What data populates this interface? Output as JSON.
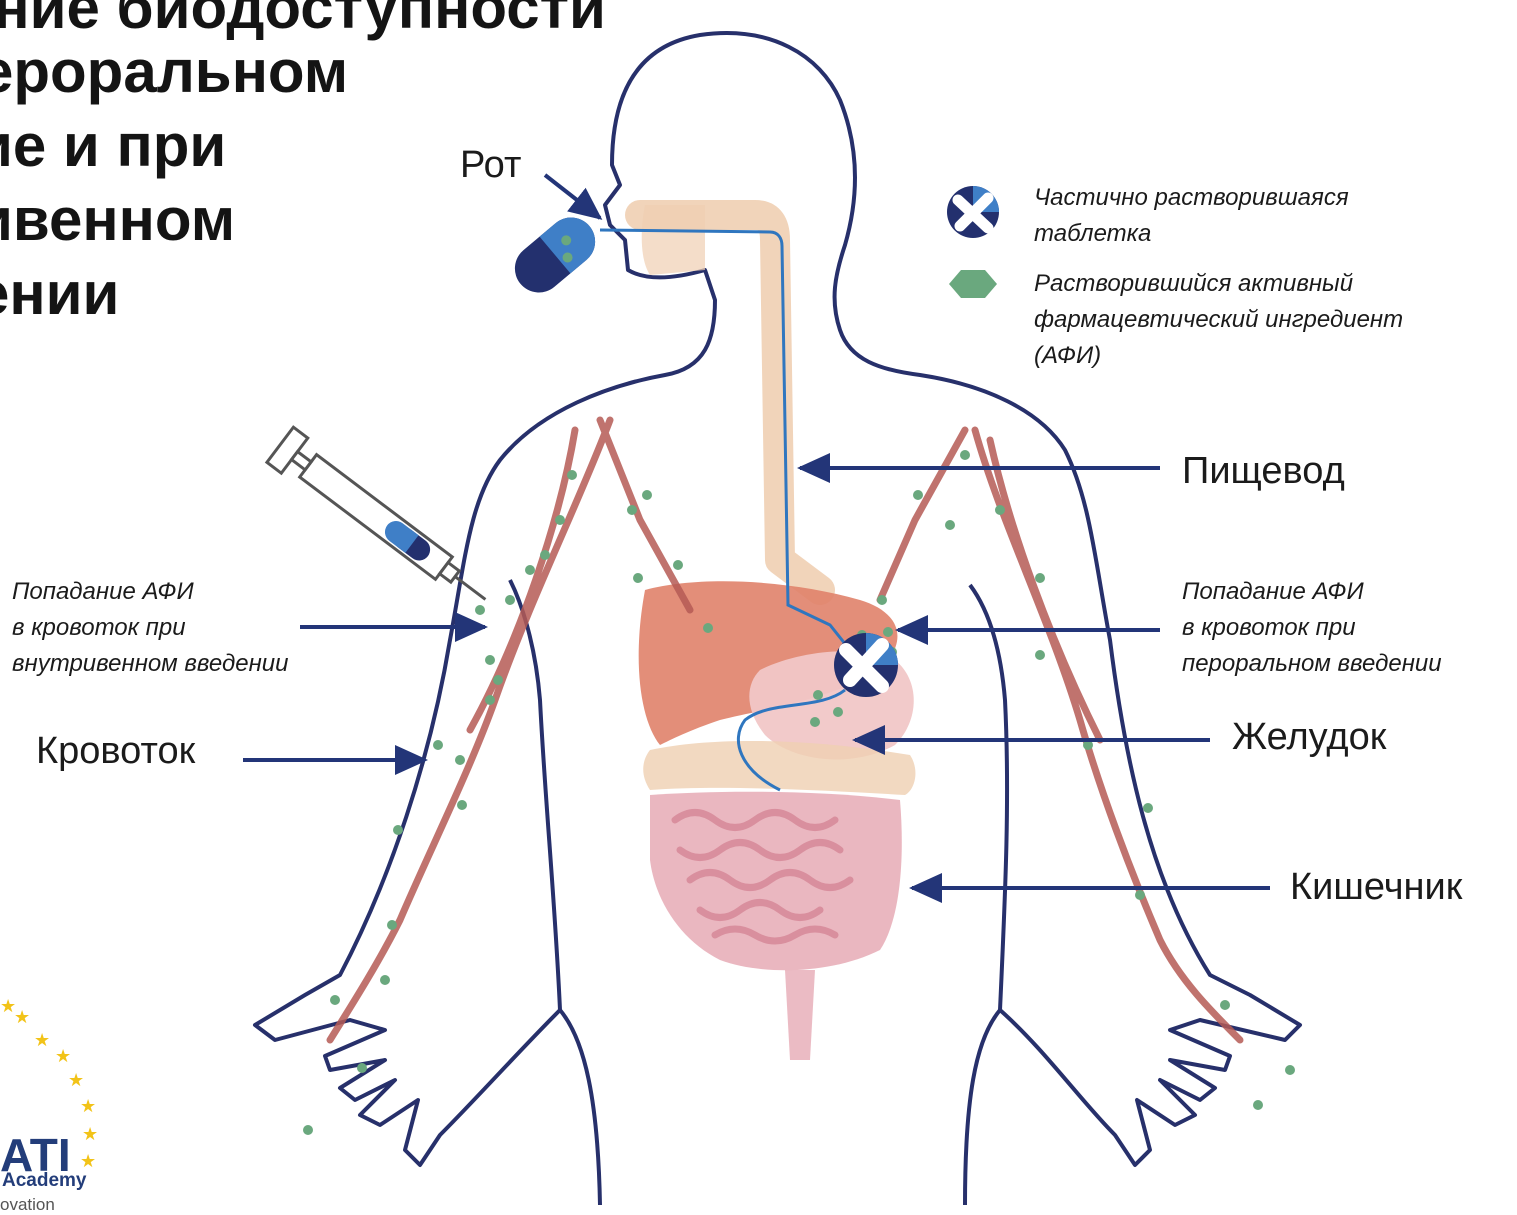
{
  "title": {
    "lines": [
      "ение биодоступности",
      "ероральном",
      "ие и при",
      "ивенном",
      "ении"
    ]
  },
  "labels": {
    "mouth": "Рот",
    "esophagus": "Пищевод",
    "stomach": "Желудок",
    "intestine": "Кишечник",
    "bloodstream": "Кровоток"
  },
  "notes": {
    "iv": [
      "Попадание АФИ",
      "в кровоток при",
      "внутривенном введении"
    ],
    "oral": [
      "Попадание АФИ",
      "в кровоток при",
      "пероральном введении"
    ]
  },
  "legend": {
    "tablet": [
      "Частично растворившаяся",
      "таблетка"
    ],
    "api": [
      "Растворившийся активный",
      "фармацевтический ингредиент",
      "(АФИ)"
    ]
  },
  "logo": {
    "name": "ATI",
    "line1": "Academy",
    "line2": "ovation"
  },
  "colors": {
    "outline": "#27306b",
    "arrow": "#233578",
    "blood": "#b55a55",
    "api_dot": "#6aa87e",
    "liver": "#e0826a",
    "stomach": "#f1c7c7",
    "intestine": "#e6aab5",
    "esophagus": "#efcfb2",
    "capsule_light": "#3f7fc7",
    "capsule_dark": "#23306e"
  }
}
